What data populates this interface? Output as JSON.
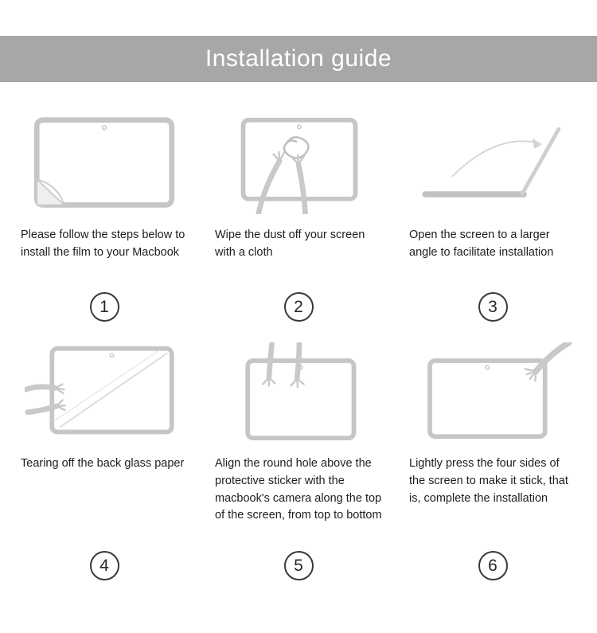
{
  "header": {
    "title": "Installation guide",
    "bg_color": "#a7a7a7",
    "text_color": "#ffffff"
  },
  "steps": [
    {
      "number": "1",
      "icon": "film-peel-icon",
      "text": "Please follow the steps below to install the film to your Macbook"
    },
    {
      "number": "2",
      "icon": "wipe-cloth-icon",
      "text": "Wipe the dust off your screen with a cloth"
    },
    {
      "number": "3",
      "icon": "open-screen-icon",
      "text": "Open the screen to a larger angle to facilitate installation"
    },
    {
      "number": "4",
      "icon": "tear-backing-icon",
      "text": "Tearing off the back glass paper"
    },
    {
      "number": "5",
      "icon": "align-film-icon",
      "text": "Align the round hole above the protective sticker with the macbook's camera along the top of the screen, from top to bottom"
    },
    {
      "number": "6",
      "icon": "press-sides-icon",
      "text": "Lightly press the four sides of the screen to make it stick, that is, complete the installation"
    }
  ],
  "sketch_color": "#c7c7c7"
}
